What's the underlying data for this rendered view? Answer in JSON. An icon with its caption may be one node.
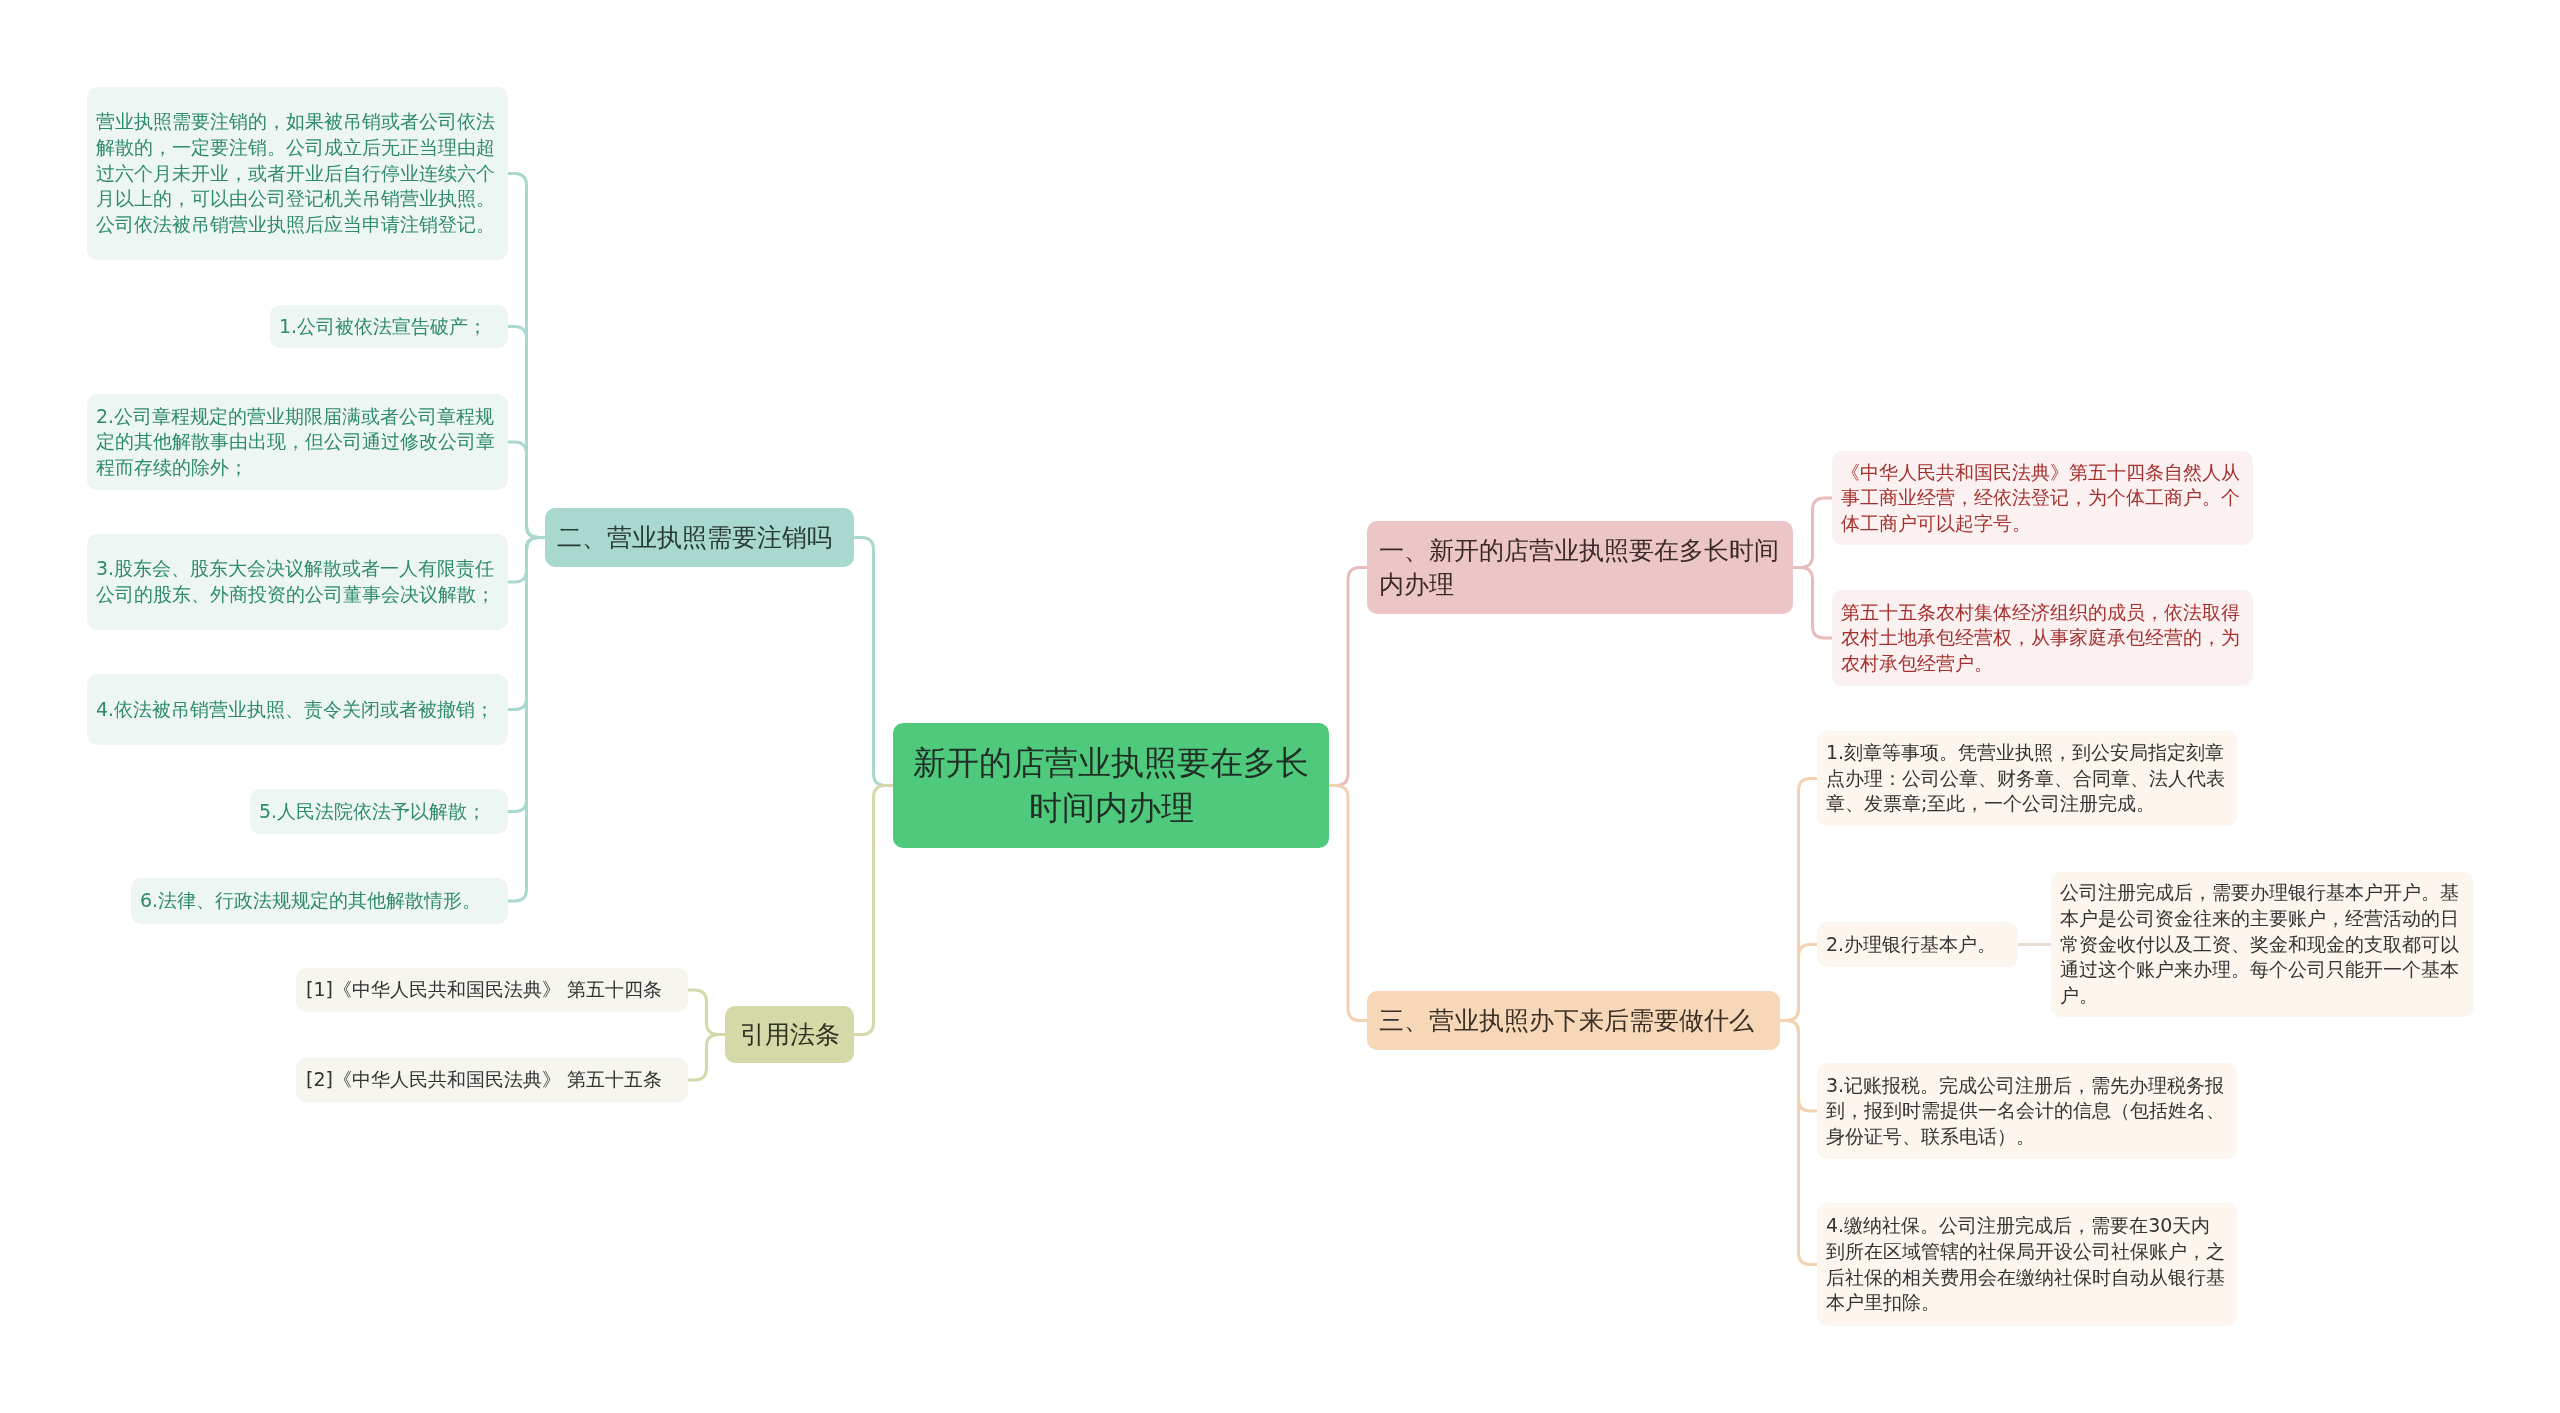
{
  "diagram": {
    "nodes": [
      {
        "text": [
          "新开的店营业执照要在多长时间内办理"
        ]
      },
      {
        "text": [
          "二、营业执照需要注销吗"
        ]
      },
      {
        "text": [
          "营业执照需要注销的，如果被吊销或者公司依法解散的，一定要注销。公司成立后无正当理由超过六个月未开业，或者开业后自行停业连续六个月以上的，可以由公司登记机关吊销营业执照。公司依法被吊销营业执照后应当申请注销登记。"
        ]
      },
      {
        "text": [
          "1.公司被依法宣告破产；"
        ]
      },
      {
        "text": [
          "2.公司章程规定的营业期限届满或者公司章程规定的其他解散事由出现，但公司通过修改公司章程而存续的除外；"
        ]
      },
      {
        "text": [
          "3.股东会、股东大会决议解散或者一人有限责任公司的股东、外商投资的公司董事会决议解散；"
        ]
      },
      {
        "text": [
          "4.依法被吊销营业执照、责令关闭或者被撤销；"
        ]
      },
      {
        "text": [
          "5.人民法院依法予以解散；"
        ]
      },
      {
        "text": [
          "6.法律、行政法规规定的其他解散情形。"
        ]
      },
      {
        "text": [
          "引用法条"
        ]
      },
      {
        "text": [
          "[1]《中华人民共和国民法典》 第五十四条"
        ]
      },
      {
        "text": [
          "[2]《中华人民共和国民法典》 第五十五条"
        ]
      },
      {
        "text": [
          "一、新开的店营业执照要在多长时间内办理"
        ]
      },
      {
        "text": [
          "《中华人民共和国民法典》第五十四条自然人从事工商业经营，经依法登记，为个体工商户。个体工商户可以起字号。"
        ]
      },
      {
        "text": [
          "第五十五条农村集体经济组织的成员，依法取得农村土地承包经营权，从事家庭承包经营的，为农村承包经营户。"
        ]
      },
      {
        "text": [
          "三、营业执照办下来后需要做什么"
        ]
      },
      {
        "text": [
          "1.刻章等事项。凭营业执照，到公安局指定刻章点办理：公司公章、财务章、合同章、法人代表章、发票章;至此，一个公司注册完成。"
        ]
      },
      {
        "text": [
          "2.办理银行基本户。"
        ]
      },
      {
        "text": [
          "公司注册完成后，需要办理银行基本户开户。基本户是公司资金往来的主要账户，经营活动的日常资金收付以及工资、奖金和现金的支取都可以通过这个账户来办理。每个公司只能开一个基本户。"
        ]
      },
      {
        "text": [
          "3.记账报税。完成公司注册后，需先办理税务报到，报到时需提供一名会计的信息（包括姓名、身份证号、联系电话）。"
        ]
      },
      {
        "text": [
          "4.缴纳社保。公司注册完成后，需要在30天内到所在区域管辖的社保局开设公司社保账户，之后社保的相关费用会在缴纳社保时自动从银行基本户里扣除。"
        ]
      }
    ],
    "edges": [
      {
        "from": 0,
        "to": 1,
        "arrow": "none",
        "color": "#a9d8cf"
      },
      {
        "from": 1,
        "to": 2,
        "arrow": "none",
        "color": "#a9d8cf"
      },
      {
        "from": 1,
        "to": 3,
        "arrow": "none",
        "color": "#a9d8cf"
      },
      {
        "from": 1,
        "to": 4,
        "arrow": "none",
        "color": "#a9d8cf"
      },
      {
        "from": 1,
        "to": 5,
        "arrow": "none",
        "color": "#a9d8cf"
      },
      {
        "from": 1,
        "to": 6,
        "arrow": "none",
        "color": "#a9d8cf"
      },
      {
        "from": 1,
        "to": 7,
        "arrow": "none",
        "color": "#a9d8cf"
      },
      {
        "from": 1,
        "to": 8,
        "arrow": "none",
        "color": "#a9d8cf"
      },
      {
        "from": 0,
        "to": 9,
        "arrow": "none",
        "color": "#d5d9a8"
      },
      {
        "from": 9,
        "to": 10,
        "arrow": "none",
        "color": "#d5d9a8"
      },
      {
        "from": 9,
        "to": 11,
        "arrow": "none",
        "color": "#d5d9a8"
      },
      {
        "from": 0,
        "to": 12,
        "arrow": "none",
        "color": "#e9bcbc"
      },
      {
        "from": 12,
        "to": 13,
        "arrow": "none",
        "color": "#e9bcbc"
      },
      {
        "from": 12,
        "to": 14,
        "arrow": "none",
        "color": "#e9bcbc"
      },
      {
        "from": 0,
        "to": 15,
        "arrow": "none",
        "color": "#f2d2b0"
      },
      {
        "from": 15,
        "to": 16,
        "arrow": "none",
        "color": "#f2d2b0"
      },
      {
        "from": 15,
        "to": 17,
        "arrow": "none",
        "color": "#f2d2b0"
      },
      {
        "from": 15,
        "to": 19,
        "arrow": "none",
        "color": "#f2d2b0"
      },
      {
        "from": 15,
        "to": 20,
        "arrow": "none",
        "color": "#f2d2b0"
      },
      {
        "from": 17,
        "to": 18,
        "arrow": "none",
        "color": "#e8ddd2"
      }
    ]
  }
}
